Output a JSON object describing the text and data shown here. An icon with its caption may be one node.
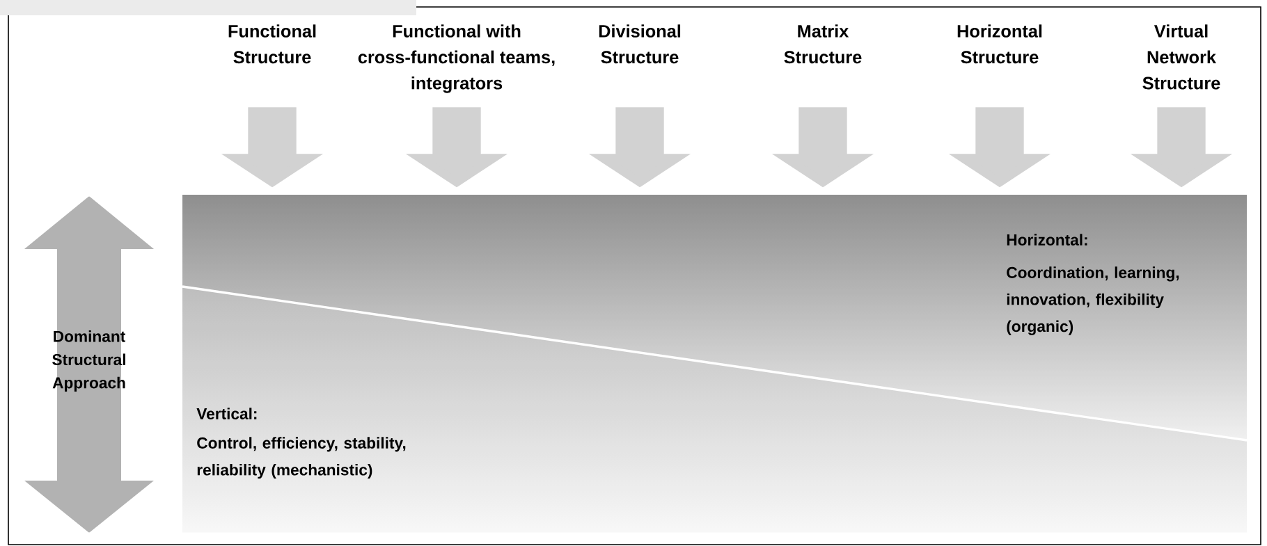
{
  "diagram": {
    "nodes": [
      {
        "text": [
          "Functional Structure"
        ]
      },
      {
        "text": [
          "Functional with cross-functional teams, integrators"
        ]
      },
      {
        "text": [
          "Divisional Structure"
        ]
      },
      {
        "text": [
          "Matrix Structure"
        ]
      },
      {
        "text": [
          "Horizontal Structure"
        ]
      },
      {
        "text": [
          "Virtual Network Structure"
        ]
      },
      {
        "text": [
          "Horizontal:",
          "Coordination, learning, innovation, flexibility (organic)",
          "Vertical:",
          "Control, efficiency, stability, reliability (mechanistic)"
        ]
      }
    ],
    "edges": [
      {
        "from": 0,
        "to": 6,
        "arrow": "to"
      },
      {
        "from": 1,
        "to": 6,
        "arrow": "to"
      },
      {
        "from": 2,
        "to": 6,
        "arrow": "to"
      },
      {
        "from": 3,
        "to": 6,
        "arrow": "to"
      },
      {
        "from": 4,
        "to": 6,
        "arrow": "to"
      },
      {
        "from": 5,
        "to": 6,
        "arrow": "to"
      }
    ],
    "labels": [
      "Dominant Structural Approach"
    ]
  }
}
